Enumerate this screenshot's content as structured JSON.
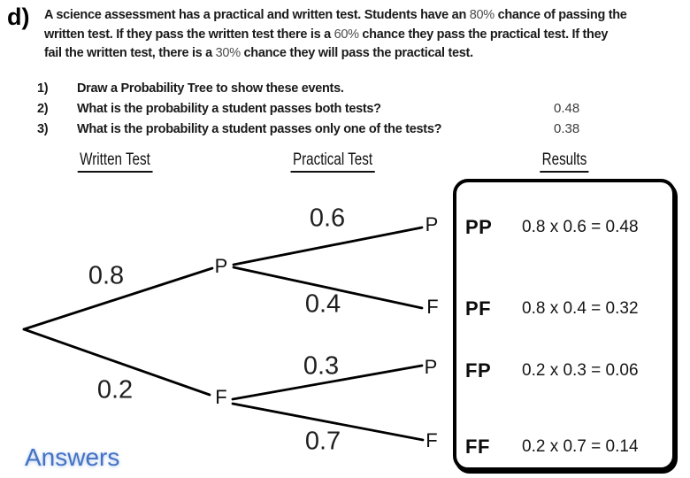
{
  "page": {
    "part_label": "d)"
  },
  "colors": {
    "answers_blue": "#4472C4",
    "ink": "#1a1a1a"
  },
  "problem": {
    "lines": [
      {
        "pre": "A science assessment has a practical and written test. Students have an ",
        "num": "80%",
        "post": " chance of passing the"
      },
      {
        "pre": "written test. If they pass the written test there is a ",
        "num": "60%",
        "post": " chance they pass the practical test. If they"
      },
      {
        "pre": "fail the written test, there is a ",
        "num": "30%",
        "post": " chance they will pass the practical test."
      }
    ]
  },
  "questions": [
    {
      "number": "1)",
      "text": "Draw a Probability Tree to show these events.",
      "answer": ""
    },
    {
      "number": "2)",
      "text": "What is the probability a student passes both tests?",
      "answer": "0.48"
    },
    {
      "number": "3)",
      "text": "What is the probability a student passes only one of the tests?",
      "answer": "0.38"
    }
  ],
  "tree": {
    "headers": {
      "written": "Written Test",
      "practical": "Practical Test",
      "results": "Results"
    },
    "level1": [
      {
        "prob": "0.8",
        "node": "P"
      },
      {
        "prob": "0.2",
        "node": "F"
      }
    ],
    "level2": [
      {
        "prob": "0.6",
        "node": "P"
      },
      {
        "prob": "0.4",
        "node": "F"
      },
      {
        "prob": "0.3",
        "node": "P"
      },
      {
        "prob": "0.7",
        "node": "F"
      }
    ]
  },
  "results": {
    "rows": [
      {
        "outcome": "PP",
        "calc": "0.8 x 0.6 = 0.48"
      },
      {
        "outcome": "PF",
        "calc": "0.8 x 0.4 = 0.32"
      },
      {
        "outcome": "FP",
        "calc": "0.2 x 0.3 = 0.06"
      },
      {
        "outcome": "FF",
        "calc": "0.2 x 0.7 = 0.14"
      }
    ]
  },
  "footer": {
    "answers_label": "Answers"
  }
}
